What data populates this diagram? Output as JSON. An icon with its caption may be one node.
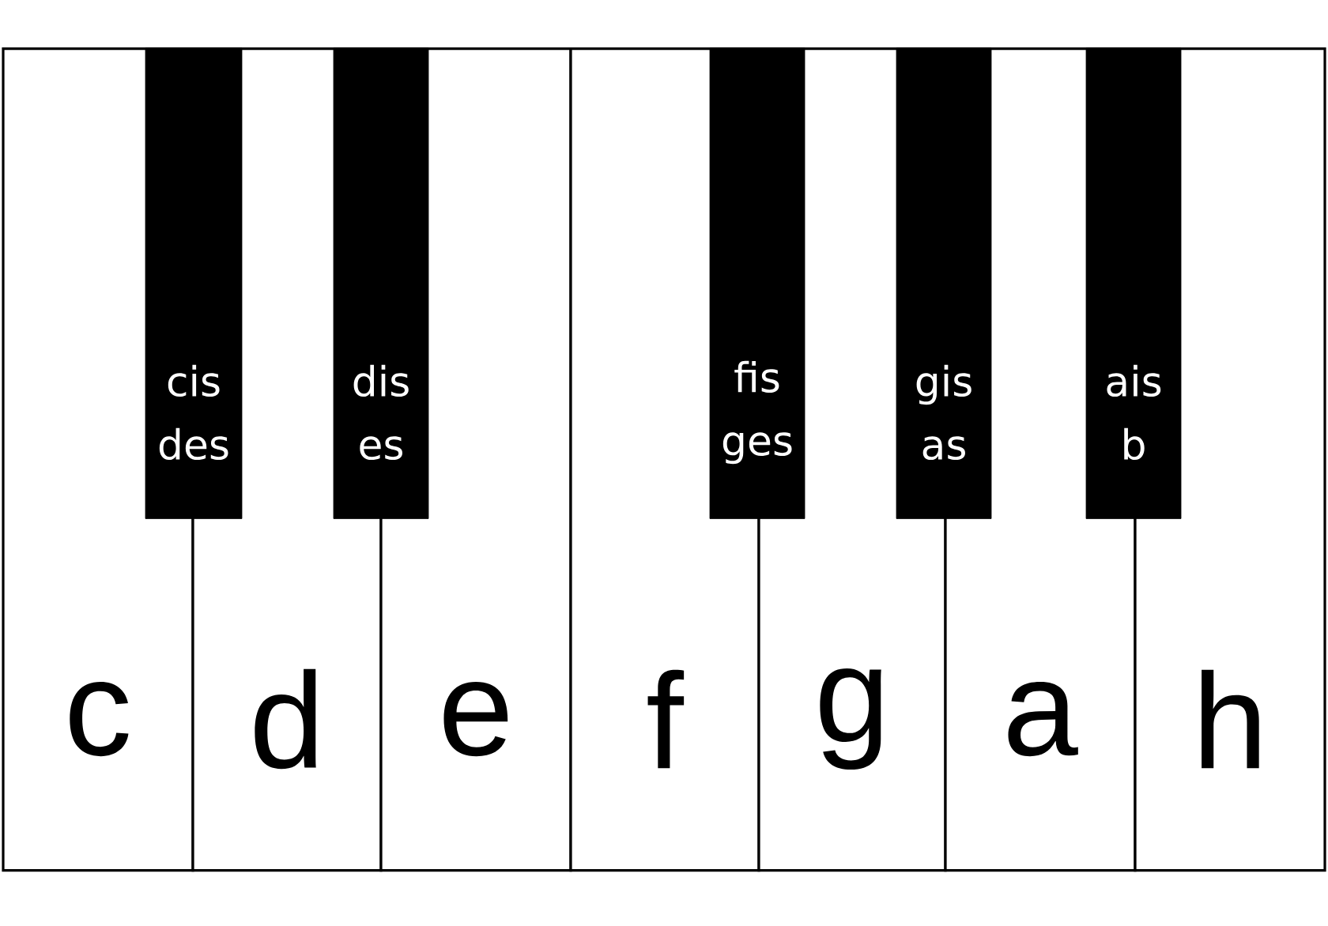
{
  "diagram": {
    "nodes": [
      {
        "text": [
          "c"
        ]
      },
      {
        "text": [
          "cis",
          "des"
        ]
      },
      {
        "text": [
          "d"
        ]
      },
      {
        "text": [
          "dis",
          "es"
        ]
      },
      {
        "text": [
          "e"
        ]
      },
      {
        "text": [
          "f"
        ]
      },
      {
        "text": [
          "fis",
          "ges"
        ]
      },
      {
        "text": [
          "g"
        ]
      },
      {
        "text": [
          "gis",
          "as"
        ]
      },
      {
        "text": [
          "a"
        ]
      },
      {
        "text": [
          "ais",
          "b"
        ]
      },
      {
        "text": [
          "h"
        ]
      }
    ]
  }
}
